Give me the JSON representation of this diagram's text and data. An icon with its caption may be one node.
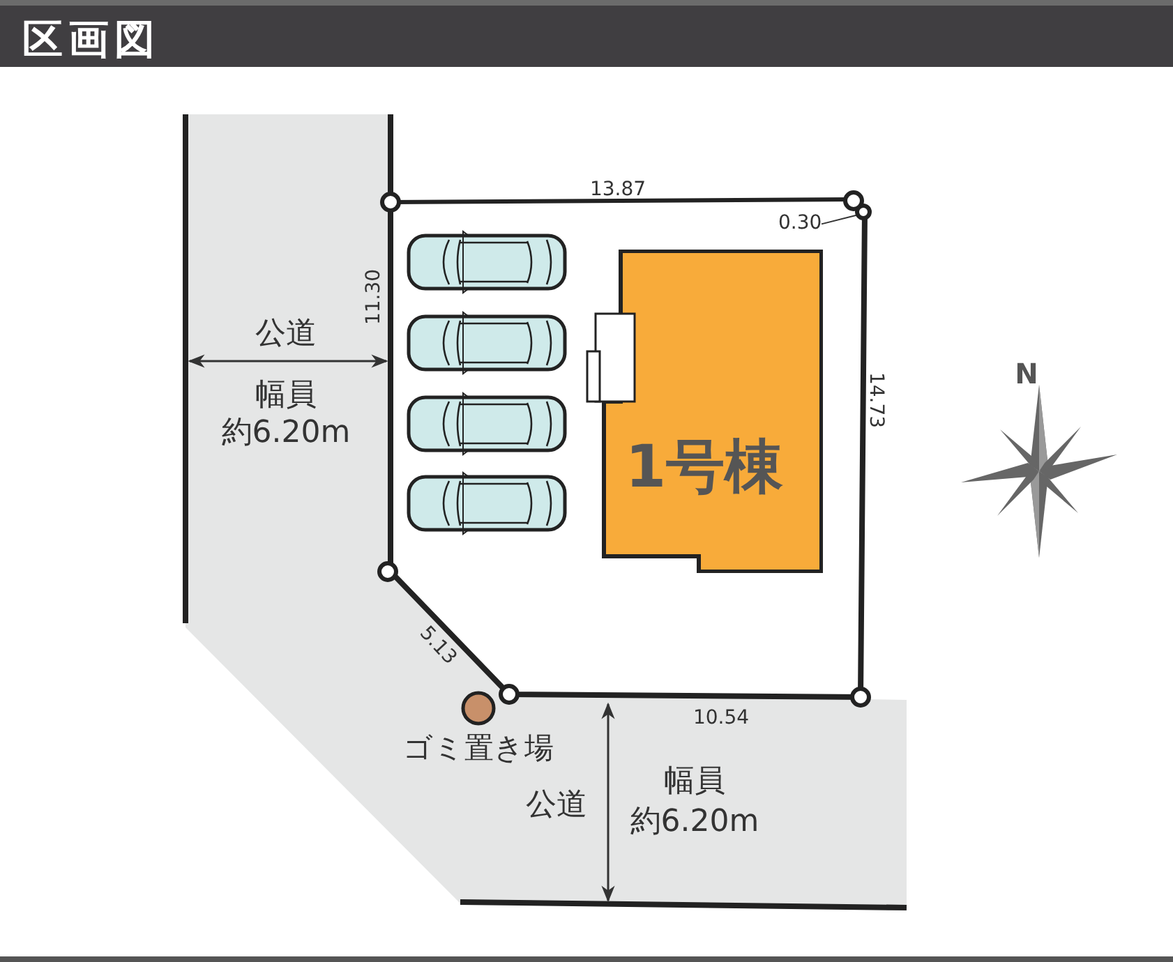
{
  "diagram": {
    "title": "区画図",
    "nodes": [
      {
        "text": [
          "1号棟"
        ]
      },
      {
        "text": [
          "0.30"
        ]
      },
      {
        "text": [],
        "shape": "circle"
      }
    ],
    "edges": [
      {
        "from": 1,
        "to": 2,
        "arrow": "none"
      }
    ],
    "labels": [
      "13.87",
      "11.30",
      "14.73",
      "5.13",
      "10.54",
      "公道",
      "幅員",
      "約6.20m",
      "ゴミ置き場",
      "公道",
      "幅員",
      "約6.20m",
      "N"
    ]
  }
}
